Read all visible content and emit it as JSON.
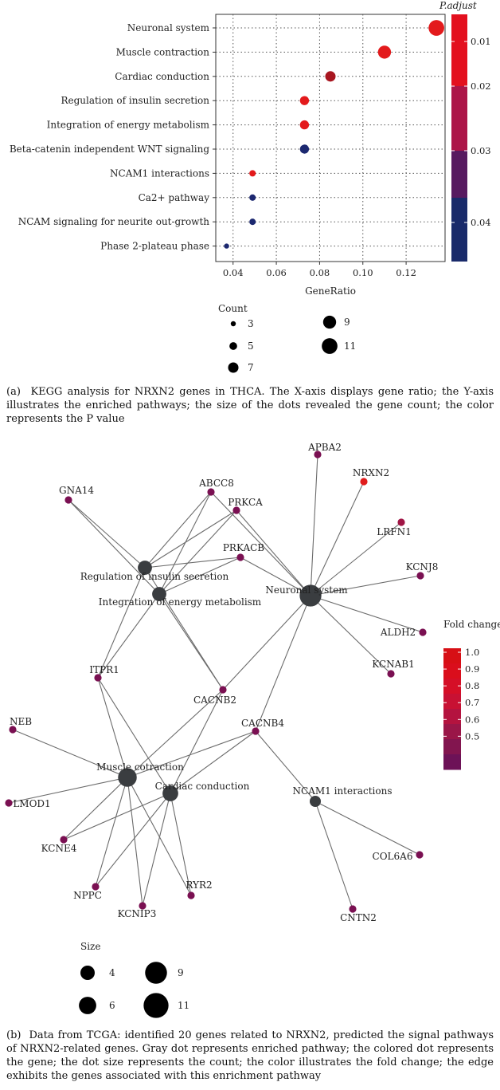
{
  "chart_data": [
    {
      "type": "scatter",
      "subtype": "dotplot",
      "xlabel": "GeneRatio",
      "xlim": [
        0.032,
        0.138
      ],
      "xticks": [
        0.04,
        0.06,
        0.08,
        0.1,
        0.12
      ],
      "xtick_labels": [
        "0.04",
        "0.06",
        "0.08",
        "0.10",
        "0.12"
      ],
      "grid": true,
      "categories": [
        "Neuronal system",
        "Muscle contraction",
        "Cardiac conduction",
        "Regulation of insulin secretion",
        "Integration of energy metabolism",
        "Beta-catenin independent WNT signaling",
        "NCAM1 interactions",
        "Ca2+ pathway",
        "NCAM signaling for neurite out-growth",
        "Phase 2-plateau phase"
      ],
      "points": [
        {
          "pathway": "Neuronal system",
          "gene_ratio": 0.134,
          "count": 11,
          "p_adjust": 0.002
        },
        {
          "pathway": "Muscle contraction",
          "gene_ratio": 0.11,
          "count": 9,
          "p_adjust": 0.005
        },
        {
          "pathway": "Cardiac conduction",
          "gene_ratio": 0.085,
          "count": 7,
          "p_adjust": 0.022
        },
        {
          "pathway": "Regulation of insulin secretion",
          "gene_ratio": 0.073,
          "count": 6,
          "p_adjust": 0.008
        },
        {
          "pathway": "Integration of energy metabolism",
          "gene_ratio": 0.073,
          "count": 6,
          "p_adjust": 0.009
        },
        {
          "pathway": "Beta-catenin independent WNT signaling",
          "gene_ratio": 0.073,
          "count": 6,
          "p_adjust": 0.043
        },
        {
          "pathway": "NCAM1 interactions",
          "gene_ratio": 0.049,
          "count": 4,
          "p_adjust": 0.012
        },
        {
          "pathway": "Ca2+ pathway",
          "gene_ratio": 0.049,
          "count": 4,
          "p_adjust": 0.043
        },
        {
          "pathway": "NCAM signaling for neurite out-growth",
          "gene_ratio": 0.049,
          "count": 4,
          "p_adjust": 0.043
        },
        {
          "pathway": "Phase 2-plateau phase",
          "gene_ratio": 0.037,
          "count": 3,
          "p_adjust": 0.043
        }
      ],
      "color_legend": {
        "title": "P.adjust",
        "range": [
          0.0,
          0.045
        ],
        "ticks": [
          0.01,
          0.02,
          0.03,
          0.04
        ],
        "tick_labels": [
          "0.01",
          "0.02",
          "0.03",
          "0.04"
        ],
        "band_colors": [
          "#e0101c",
          "#b01546",
          "#5a1a5e",
          "#1a2a6a"
        ]
      },
      "size_legend": {
        "title": "Count",
        "values": [
          3,
          5,
          7,
          9,
          11
        ],
        "labels": [
          "3",
          "5",
          "7",
          "9",
          "11"
        ]
      },
      "caption": {
        "tag": "(a)",
        "text": "KEGG analysis for NRXN2 genes in THCA. The X-axis displays gene ratio; the Y-axis illustrates the enriched pathways; the size of the dots revealed the gene count; the color represents the P value"
      }
    },
    {
      "type": "network",
      "pathways": [
        {
          "id": "insulin",
          "label": "Regulation of insulin secretion",
          "size": 6
        },
        {
          "id": "energy",
          "label": "Integration of energy metabolism",
          "size": 6
        },
        {
          "id": "neuronal",
          "label": "Neuronal system",
          "size": 11
        },
        {
          "id": "muscle",
          "label": "Muscle cotraction",
          "size": 9
        },
        {
          "id": "cardiac",
          "label": "Cardiac conduction",
          "size": 7
        },
        {
          "id": "ncam1",
          "label": "NCAM1 interactions",
          "size": 4
        }
      ],
      "genes": [
        {
          "id": "APBA2",
          "label": "APBA2",
          "fold_change": 0.45
        },
        {
          "id": "NRXN2",
          "label": "NRXN2",
          "fold_change": 1.0
        },
        {
          "id": "GNA14",
          "label": "GNA14",
          "fold_change": 0.45
        },
        {
          "id": "ABCC8",
          "label": "ABCC8",
          "fold_change": 0.45
        },
        {
          "id": "PRKCA",
          "label": "PRKCA",
          "fold_change": 0.45
        },
        {
          "id": "LRFN1",
          "label": "LRFN1",
          "fold_change": 0.55
        },
        {
          "id": "PRKACB",
          "label": "PRKACB",
          "fold_change": 0.45
        },
        {
          "id": "KCNJ8",
          "label": "KCNJ8",
          "fold_change": 0.42
        },
        {
          "id": "ALDH2",
          "label": "ALDH2",
          "fold_change": 0.42
        },
        {
          "id": "KCNAB1",
          "label": "KCNAB1",
          "fold_change": 0.45
        },
        {
          "id": "ITPR1",
          "label": "ITPR1",
          "fold_change": 0.45
        },
        {
          "id": "CACNB2",
          "label": "CACNB2",
          "fold_change": 0.45
        },
        {
          "id": "CACNB4",
          "label": "CACNB4",
          "fold_change": 0.45
        },
        {
          "id": "NEB",
          "label": "NEB",
          "fold_change": 0.42
        },
        {
          "id": "LMOD1",
          "label": "LMOD1",
          "fold_change": 0.45
        },
        {
          "id": "KCNE4",
          "label": "KCNE4",
          "fold_change": 0.5
        },
        {
          "id": "NPPC",
          "label": "NPPC",
          "fold_change": 0.45
        },
        {
          "id": "KCNIP3",
          "label": "KCNIP3",
          "fold_change": 0.5
        },
        {
          "id": "RYR2",
          "label": "RYR2",
          "fold_change": 0.5
        },
        {
          "id": "COL6A6",
          "label": "COL6A6",
          "fold_change": 0.45
        },
        {
          "id": "CNTN2",
          "label": "CNTN2",
          "fold_change": 0.45
        }
      ],
      "edges": [
        [
          "insulin",
          "GNA14"
        ],
        [
          "insulin",
          "ABCC8"
        ],
        [
          "insulin",
          "PRKCA"
        ],
        [
          "insulin",
          "PRKACB"
        ],
        [
          "insulin",
          "ITPR1"
        ],
        [
          "insulin",
          "CACNB2"
        ],
        [
          "energy",
          "GNA14"
        ],
        [
          "energy",
          "ABCC8"
        ],
        [
          "energy",
          "PRKCA"
        ],
        [
          "energy",
          "PRKACB"
        ],
        [
          "energy",
          "ITPR1"
        ],
        [
          "energy",
          "CACNB2"
        ],
        [
          "neuronal",
          "APBA2"
        ],
        [
          "neuronal",
          "NRXN2"
        ],
        [
          "neuronal",
          "LRFN1"
        ],
        [
          "neuronal",
          "KCNJ8"
        ],
        [
          "neuronal",
          "ALDH2"
        ],
        [
          "neuronal",
          "KCNAB1"
        ],
        [
          "neuronal",
          "ABCC8"
        ],
        [
          "neuronal",
          "PRKCA"
        ],
        [
          "neuronal",
          "PRKACB"
        ],
        [
          "neuronal",
          "CACNB2"
        ],
        [
          "neuronal",
          "CACNB4"
        ],
        [
          "muscle",
          "NEB"
        ],
        [
          "muscle",
          "LMOD1"
        ],
        [
          "muscle",
          "KCNE4"
        ],
        [
          "muscle",
          "NPPC"
        ],
        [
          "muscle",
          "KCNIP3"
        ],
        [
          "muscle",
          "RYR2"
        ],
        [
          "muscle",
          "ITPR1"
        ],
        [
          "muscle",
          "CACNB2"
        ],
        [
          "muscle",
          "CACNB4"
        ],
        [
          "cardiac",
          "KCNE4"
        ],
        [
          "cardiac",
          "NPPC"
        ],
        [
          "cardiac",
          "KCNIP3"
        ],
        [
          "cardiac",
          "RYR2"
        ],
        [
          "cardiac",
          "ITPR1"
        ],
        [
          "cardiac",
          "CACNB2"
        ],
        [
          "cardiac",
          "CACNB4"
        ],
        [
          "ncam1",
          "CACNB4"
        ],
        [
          "ncam1",
          "COL6A6"
        ],
        [
          "ncam1",
          "CNTN2"
        ]
      ],
      "fold_legend": {
        "title": "Fold change",
        "ticks": [
          0.5,
          0.6,
          0.7,
          0.8,
          0.9,
          1.0
        ],
        "tick_labels": [
          "0.5",
          "0.6",
          "0.7",
          "0.8",
          "0.9",
          "1.0"
        ],
        "range": [
          0.4,
          1.0
        ]
      },
      "size_legend": {
        "title": "Size",
        "values": [
          4,
          6,
          9,
          11
        ],
        "labels": [
          "4",
          "6",
          "9",
          "11"
        ]
      },
      "caption": {
        "tag": "(b)",
        "text": "Data from TCGA: identified 20 genes related to NRXN2, predicted the signal pathways of NRXN2-related genes. Gray dot represents enriched pathway; the colored dot represents the gene; the dot size represents the count; the color illustrates the fold change; the edge exhibits the genes associated with this enrichment pathway"
      }
    }
  ]
}
